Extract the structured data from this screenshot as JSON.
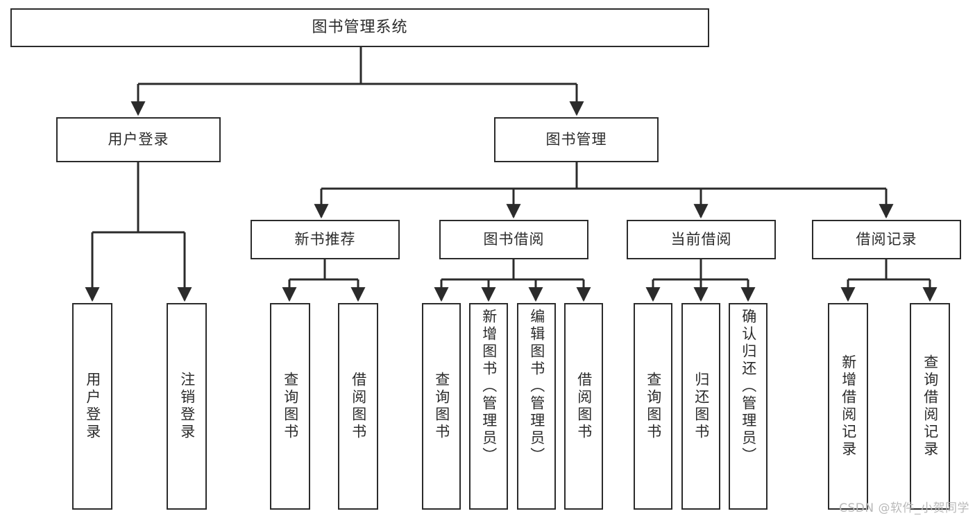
{
  "diagram": {
    "title": "图书管理系统",
    "type": "hierarchy-tree",
    "watermark": "CSDN @软件_小贺同学",
    "colors": {
      "stroke": "#2b2b2b",
      "fill": "#ffffff",
      "watermark": "#b9b9b9"
    },
    "root": {
      "label": "图书管理系统"
    },
    "level2": [
      {
        "label": "用户登录"
      },
      {
        "label": "图书管理"
      }
    ],
    "level3": [
      {
        "label": "新书推荐"
      },
      {
        "label": "图书借阅"
      },
      {
        "label": "当前借阅"
      },
      {
        "label": "借阅记录"
      }
    ],
    "leaves": {
      "user_login": [
        {
          "label": "用户登录"
        },
        {
          "label": "注销登录"
        }
      ],
      "new_book_recommend": [
        {
          "label": "查询图书"
        },
        {
          "label": "借阅图书"
        }
      ],
      "book_borrow": [
        {
          "label": "查询图书"
        },
        {
          "label": "新增图书（管理员）"
        },
        {
          "label": "编辑图书（管理员）"
        },
        {
          "label": "借阅图书"
        }
      ],
      "current_borrow": [
        {
          "label": "查询图书"
        },
        {
          "label": "归还图书"
        },
        {
          "label": "确认归还（管理员）"
        }
      ],
      "borrow_records": [
        {
          "label": "新增借阅记录"
        },
        {
          "label": "查询借阅记录"
        }
      ]
    }
  }
}
